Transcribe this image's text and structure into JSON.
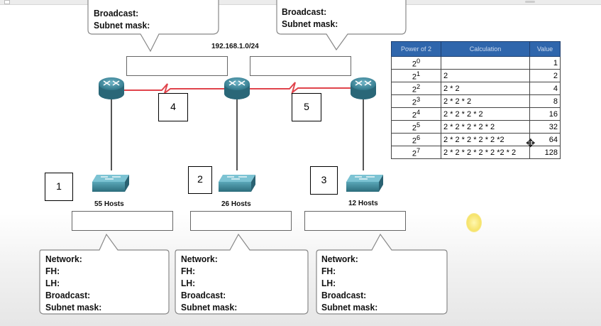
{
  "wan_network": "192.168.1.0/24",
  "top_bubbles": [
    {
      "lines": [
        "Broadcast:",
        "Subnet mask:"
      ]
    },
    {
      "lines": [
        "Broadcast:",
        "Subnet mask:"
      ]
    }
  ],
  "bottom_bubbles": [
    {
      "lines": [
        "Network:",
        "FH:",
        "LH:",
        "Broadcast:",
        "Subnet mask:"
      ]
    },
    {
      "lines": [
        "Network:",
        "FH:",
        "LH:",
        "Broadcast:",
        "Subnet mask:"
      ]
    },
    {
      "lines": [
        "Network:",
        "FH:",
        "LH:",
        "Broadcast:",
        "Subnet mask:"
      ]
    }
  ],
  "lans": [
    {
      "number": "1",
      "hosts": "55 Hosts"
    },
    {
      "number": "2",
      "hosts": "26 Hosts"
    },
    {
      "number": "3",
      "hosts": "12 Hosts"
    }
  ],
  "wans": [
    {
      "number": "4"
    },
    {
      "number": "5"
    }
  ],
  "power_table": {
    "headers": [
      "Power of 2",
      "Calculation",
      "Value"
    ],
    "rows": [
      {
        "power_base": "2",
        "exp": "0",
        "calc": "",
        "value": "1"
      },
      {
        "power_base": "2",
        "exp": "1",
        "calc": "2",
        "value": "2"
      },
      {
        "power_base": "2",
        "exp": "2",
        "calc": "2 * 2",
        "value": "4"
      },
      {
        "power_base": "2",
        "exp": "3",
        "calc": "2 * 2 * 2",
        "value": "8"
      },
      {
        "power_base": "2",
        "exp": "4",
        "calc": "2 * 2 * 2 * 2",
        "value": "16"
      },
      {
        "power_base": "2",
        "exp": "5",
        "calc": "2 * 2 * 2 * 2 * 2",
        "value": "32"
      },
      {
        "power_base": "2",
        "exp": "6",
        "calc": "2 * 2 * 2 * 2 * 2 *2",
        "value": "64"
      },
      {
        "power_base": "2",
        "exp": "7",
        "calc": "2 * 2 * 2 * 2 * 2 *2 * 2",
        "value": "128"
      }
    ]
  },
  "colors": {
    "router": "#3f8ea3",
    "switch": "#3a8797",
    "serial_link": "#e0444c",
    "table_header": "#2f66ac"
  }
}
